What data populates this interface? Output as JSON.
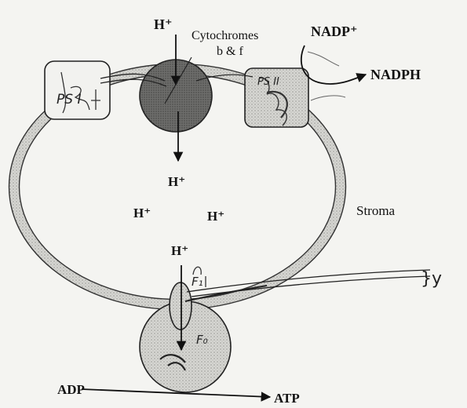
{
  "diagram": {
    "labels": {
      "h_top": "H⁺",
      "cytochromes_line1": "Cytochromes",
      "cytochromes_line2": "b & f",
      "nadp": "NADP⁺",
      "nadph": "NADPH",
      "h_lumen_1": "H⁺",
      "h_lumen_2": "H⁺",
      "h_lumen_3": "H⁺",
      "h_lumen_4": "H⁺",
      "stroma": "Stroma",
      "adp": "ADP",
      "atp": "ATP"
    },
    "handwritten": {
      "ps1": "PS I",
      "ps2": "PS II",
      "f1": "F₁",
      "f0": "F₀",
      "side_note": "}y"
    }
  }
}
